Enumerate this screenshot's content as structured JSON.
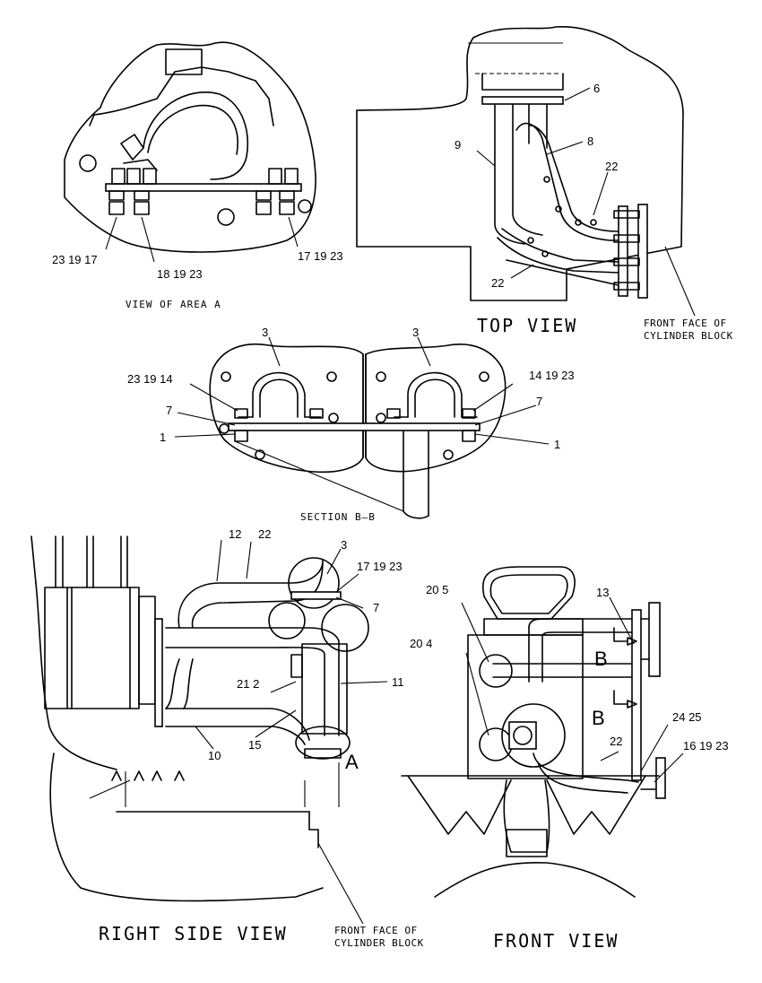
{
  "views": {
    "area_a": {
      "title": "VIEW OF AREA A",
      "callouts": [
        "23 19 17",
        "18 19 23",
        "17 19 23"
      ]
    },
    "top": {
      "title": "TOP VIEW",
      "callouts": [
        "6",
        "9",
        "8",
        "22",
        "22"
      ],
      "note_line1": "FRONT FACE OF",
      "note_line2": "CYLINDER BLOCK"
    },
    "section_bb": {
      "title": "SECTION B–B",
      "callouts": [
        "3",
        "3",
        "23 19 14",
        "14 19 23",
        "7",
        "7",
        "1",
        "1"
      ]
    },
    "right_side": {
      "title": "RIGHT SIDE VIEW",
      "callouts": [
        "12",
        "22",
        "3",
        "17 19 23",
        "7",
        "11",
        "21 2",
        "15",
        "10"
      ],
      "letter": "A",
      "note_line1": "FRONT FACE OF",
      "note_line2": "CYLINDER BLOCK"
    },
    "front": {
      "title": "FRONT VIEW",
      "callouts": [
        "20 5",
        "20 4",
        "13",
        "22",
        "24 25",
        "16 19 23"
      ],
      "letter_b1": "B",
      "letter_b2": "B"
    }
  }
}
